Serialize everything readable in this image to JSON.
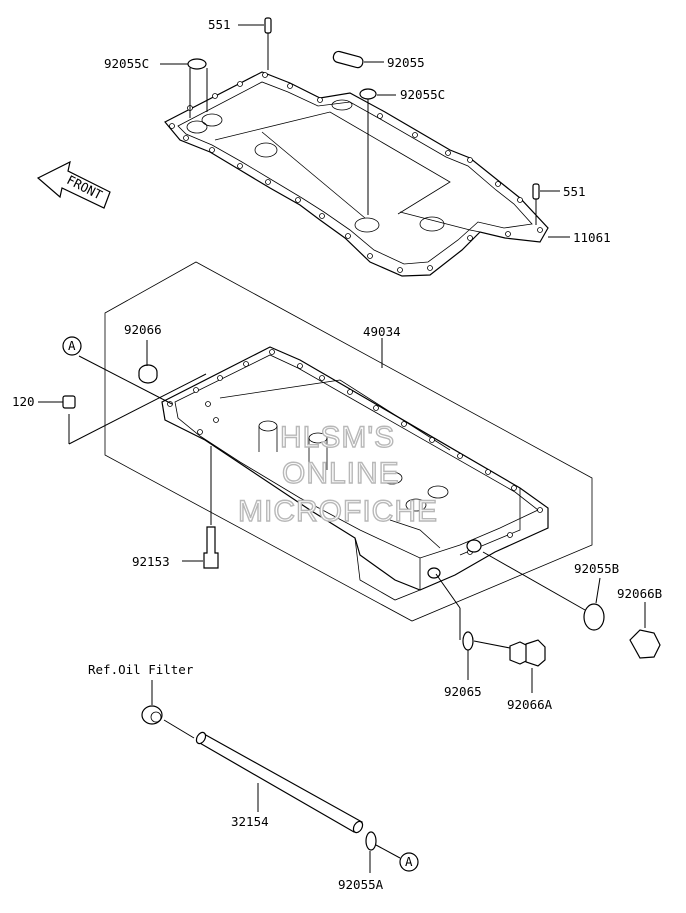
{
  "labels": {
    "p551_top": "551",
    "p92055C_left": "92055C",
    "p92055": "92055",
    "p92055C_right": "92055C",
    "p551_right": "551",
    "p11061": "11061",
    "p49034": "49034",
    "p92066": "92066",
    "p120": "120",
    "p92153": "92153",
    "p92055B": "92055B",
    "p92066B": "92066B",
    "p92065": "92065",
    "p92066A": "92066A",
    "ref_oil_filter": "Ref.Oil Filter",
    "p32154": "32154",
    "p92055A": "92055A",
    "callout_a_left": "A",
    "callout_a_bottom": "A",
    "front": "FRONT"
  },
  "watermark": {
    "line1": "HLSM'S",
    "line2": "ONLINE",
    "line3": "MICROFICHE"
  }
}
